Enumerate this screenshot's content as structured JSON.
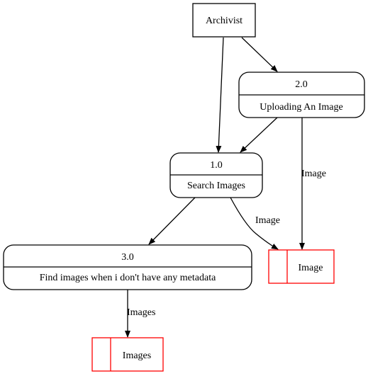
{
  "diagram": {
    "external_entity": {
      "label": "Archivist"
    },
    "processes": [
      {
        "id": "2.0",
        "label": "Uploading An Image"
      },
      {
        "id": "1.0",
        "label": "Search Images"
      },
      {
        "id": "3.0",
        "label": "Find images when i don't have any metadata"
      }
    ],
    "data_stores": [
      {
        "label": "Image"
      },
      {
        "label": "Images"
      }
    ],
    "flows": [
      {
        "from": "Archivist",
        "to": "2.0",
        "label": ""
      },
      {
        "from": "Archivist",
        "to": "1.0",
        "label": ""
      },
      {
        "from": "2.0",
        "to": "1.0",
        "label": ""
      },
      {
        "from": "2.0",
        "to": "Image",
        "label": "Image"
      },
      {
        "from": "1.0",
        "to": "Image",
        "label": "Image"
      },
      {
        "from": "1.0",
        "to": "3.0",
        "label": ""
      },
      {
        "from": "3.0",
        "to": "Images",
        "label": "Images"
      }
    ],
    "colors": {
      "line": "#000000",
      "data_store": "#ff0000"
    }
  }
}
